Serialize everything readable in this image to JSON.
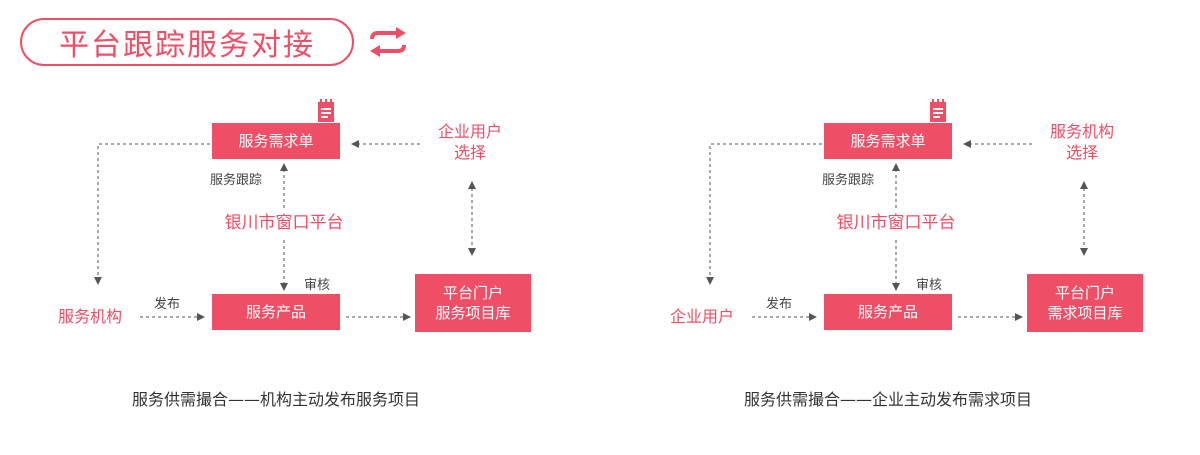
{
  "header": {
    "title": "平台跟踪服务对接",
    "swap_icon": "swap-arrows-icon"
  },
  "colors": {
    "accent": "#ef4f66",
    "arrow": "#555555"
  },
  "diagrams": [
    {
      "top_box": "服务需求单",
      "top_right_label_line1": "企业用户",
      "top_right_label_line2": "选择",
      "tracking_label": "服务跟踪",
      "center_label": "银川市窗口平台",
      "left_label": "服务机构",
      "publish_label": "发布",
      "review_label": "审核",
      "product_box": "服务产品",
      "portal_box_line1": "平台门户",
      "portal_box_line2": "服务项目库",
      "caption": "服务供需撮合——机构主动发布服务项目"
    },
    {
      "top_box": "服务需求单",
      "top_right_label_line1": "服务机构",
      "top_right_label_line2": "选择",
      "tracking_label": "服务跟踪",
      "center_label": "银川市窗口平台",
      "left_label": "企业用户",
      "publish_label": "发布",
      "review_label": "审核",
      "product_box": "服务产品",
      "portal_box_line1": "平台门户",
      "portal_box_line2": "需求项目库",
      "caption": "服务供需撮合——企业主动发布需求项目"
    }
  ]
}
